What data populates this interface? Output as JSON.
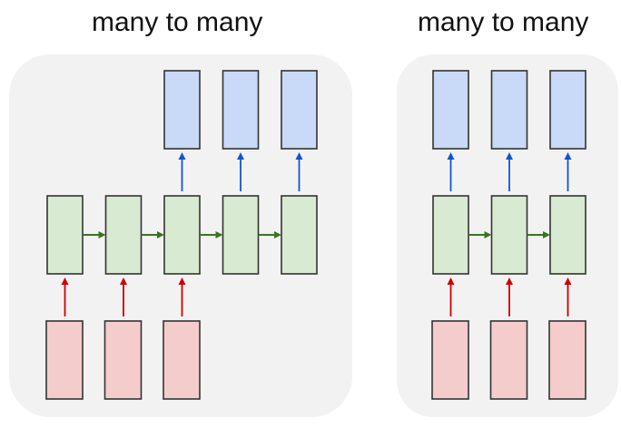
{
  "colors": {
    "panel_bg": "#f2f2f2",
    "input_fill": "#f4cccc",
    "hidden_fill": "#d9ead3",
    "output_fill": "#c9daf8",
    "box_stroke": "#333333",
    "input_arrow": "#cc0000",
    "recurrent_arrow": "#38761d",
    "output_arrow": "#1155cc"
  },
  "diagrams": [
    {
      "title": "many to many",
      "hidden_steps": 5,
      "inputs_at": [
        0,
        1,
        2
      ],
      "outputs_at": [
        2,
        3,
        4
      ]
    },
    {
      "title": "many to many",
      "hidden_steps": 3,
      "inputs_at": [
        0,
        1,
        2
      ],
      "outputs_at": [
        0,
        1,
        2
      ]
    }
  ]
}
